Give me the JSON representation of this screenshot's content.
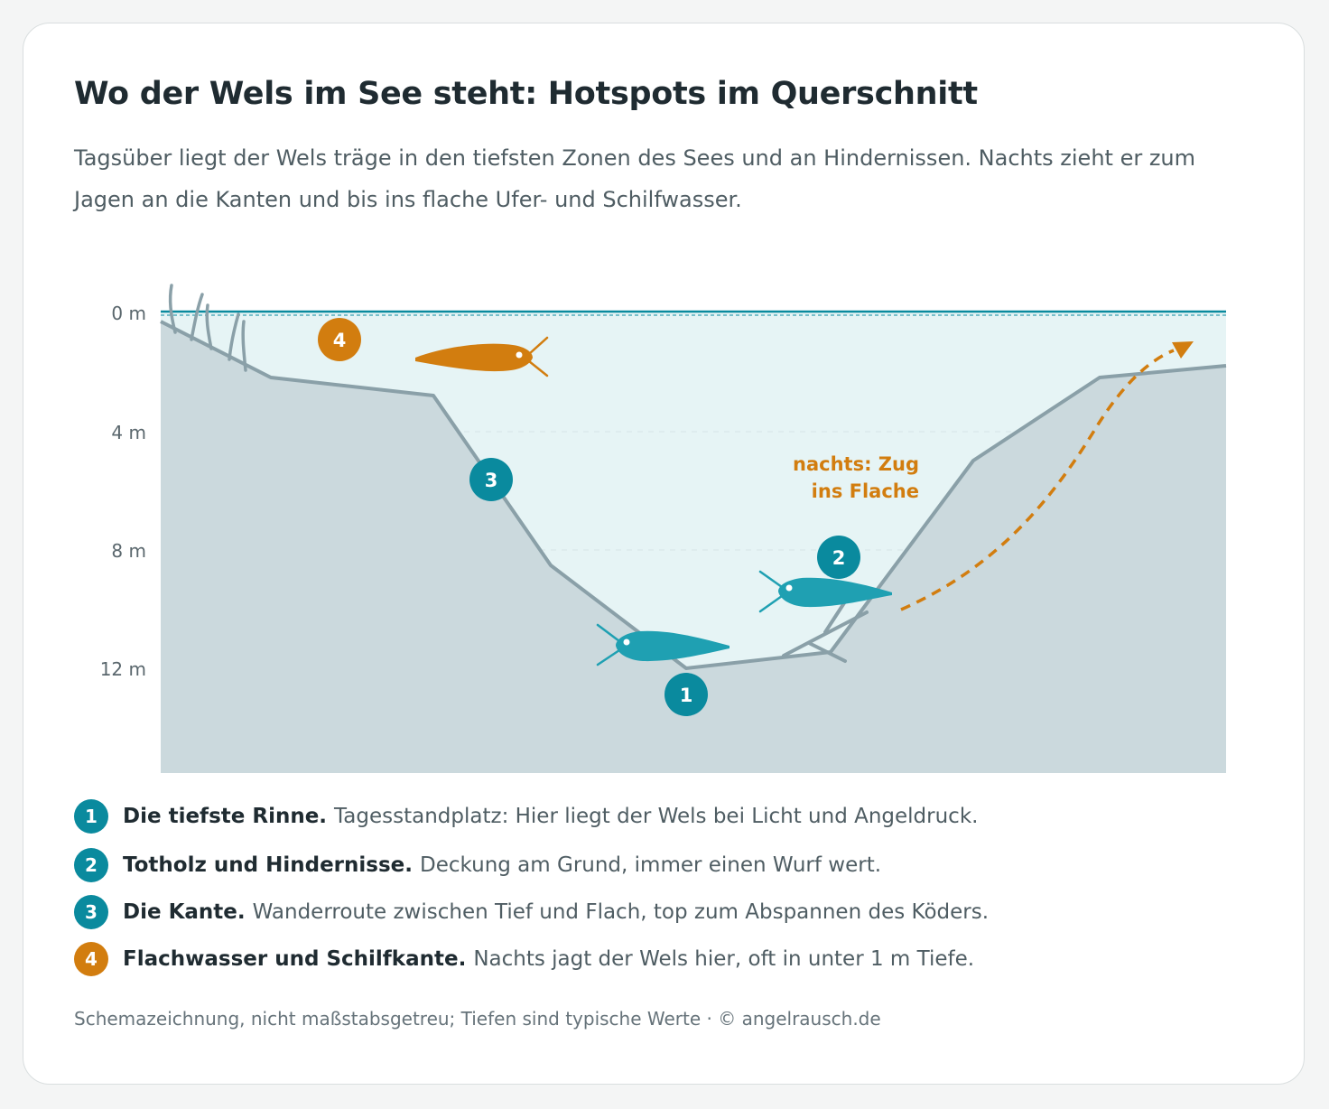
{
  "header": {
    "title": "Wo der Wels im See steht: Hotspots im Querschnitt",
    "lead": "Tagsüber liegt der Wels träge in den tiefsten Zonen des Sees und an Hindernissen. Nachts zieht er zum Jagen an die Kanten und bis ins flache Ufer- und Schilfwasser."
  },
  "diagram": {
    "depth_labels": [
      "0 m",
      "4 m",
      "8 m",
      "12 m"
    ],
    "arrow_label_line1": "nachts: Zug",
    "arrow_label_line2": "ins Flache",
    "markers": [
      "1",
      "2",
      "3",
      "4"
    ]
  },
  "legend": [
    {
      "num": "1",
      "title": "Die tiefste Rinne.",
      "text": "Tagesstandplatz: Hier liegt der Wels bei Licht und Angeldruck.",
      "color": "#0a8a9e"
    },
    {
      "num": "2",
      "title": "Totholz und Hindernisse.",
      "text": "Deckung am Grund, immer einen Wurf wert.",
      "color": "#0a8a9e"
    },
    {
      "num": "3",
      "title": "Die Kante.",
      "text": "Wanderroute zwischen Tief und Flach, top zum Abspannen des Köders.",
      "color": "#0a8a9e"
    },
    {
      "num": "4",
      "title": "Flachwasser und Schilfkante.",
      "text": "Nachts jagt der Wels hier, oft in unter 1 m Tiefe.",
      "color": "#d27d0f"
    }
  ],
  "footnote": "Schemazeichnung, nicht maßstabsgetreu; Tiefen sind typische Werte · © angelrausch.de",
  "colors": {
    "teal": "#0a8a9e",
    "orange": "#d27d0f",
    "water": "#e6f4f5",
    "ground": "#cbd9dd",
    "bottom_line": "#8aa0a8"
  }
}
